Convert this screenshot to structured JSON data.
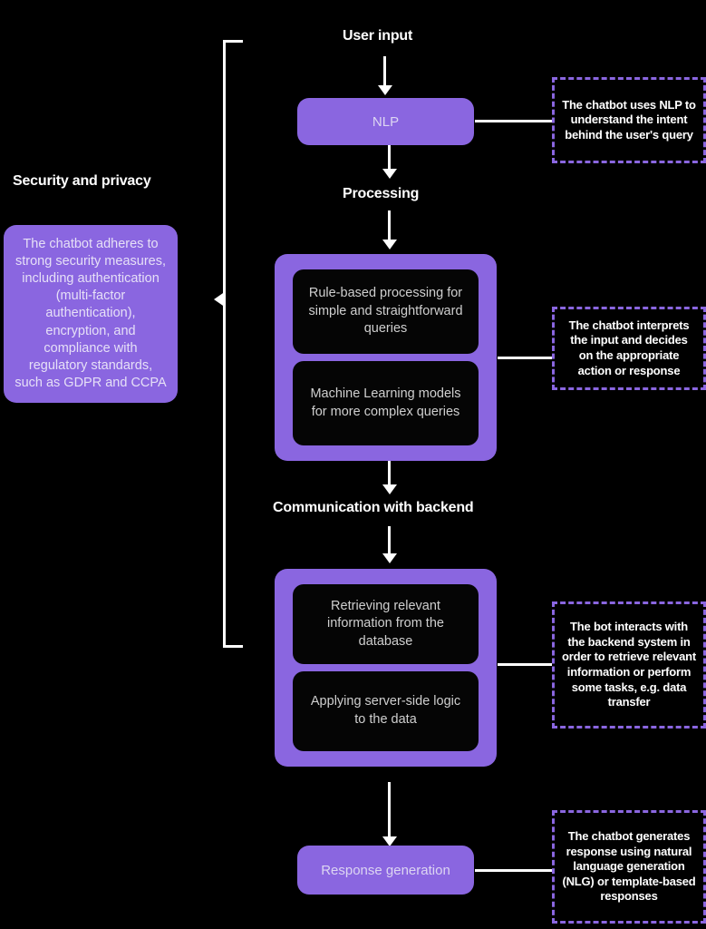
{
  "diagram": {
    "title_labels": {
      "user_input": "User input",
      "processing": "Processing",
      "communication": "Communication with backend",
      "security": "Security and privacy"
    },
    "nodes": {
      "nlp": "NLP",
      "response_generation": "Response generation"
    },
    "processing_cards": [
      "Rule-based processing for simple and straightforward queries",
      "Machine Learning models for more complex queries"
    ],
    "backend_cards": [
      "Retrieving relevant information from the database",
      "Applying server-side logic to the data"
    ],
    "security_note": "The chatbot adheres to strong security measures, including authentication (multi-factor authentication), encryption, and compliance with regulatory standards, such as GDPR and CCPA",
    "annotations": [
      "The chatbot uses NLP to understand the intent behind the user's query",
      "The chatbot interprets the input and decides on the appropriate action or response",
      "The bot interacts with the backend system in order to retrieve relevant information or perform some tasks, e.g. data transfer",
      "The chatbot generates response using natural language generation (NLG) or template-based responses"
    ],
    "colors": {
      "background": "#000000",
      "accent_purple": "#8a66e0",
      "connector_white": "#ffffff",
      "card_black": "#050505",
      "purple_box_text": "#ddd6f2",
      "card_text": "#cfcfcf"
    }
  }
}
